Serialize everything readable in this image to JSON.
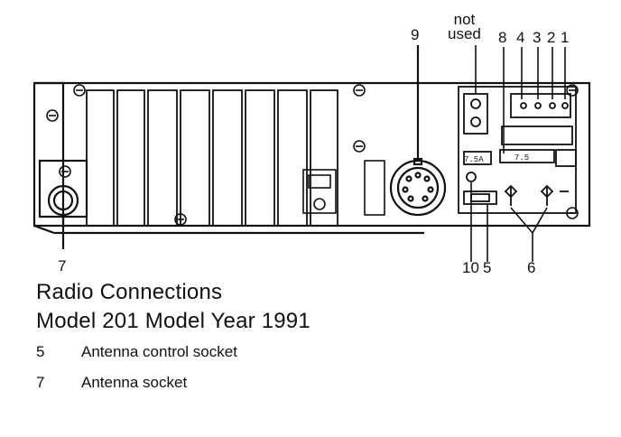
{
  "diagram": {
    "callouts": {
      "c9": "9",
      "not_used": "not\nused",
      "c8": "8",
      "c4": "4",
      "c3": "3",
      "c2": "2",
      "c1": "1",
      "c7": "7",
      "c10": "10",
      "c5": "5",
      "c6": "6"
    },
    "fuse_labels": {
      "fuse_75a": "7.5A",
      "fuse_75": "7.5"
    }
  },
  "caption": {
    "line1": "Radio Connections",
    "line2": "Model 201 Model Year 1991"
  },
  "legend": [
    {
      "num": "5",
      "text": "Antenna control socket"
    },
    {
      "num": "7",
      "text": "Antenna socket"
    }
  ]
}
